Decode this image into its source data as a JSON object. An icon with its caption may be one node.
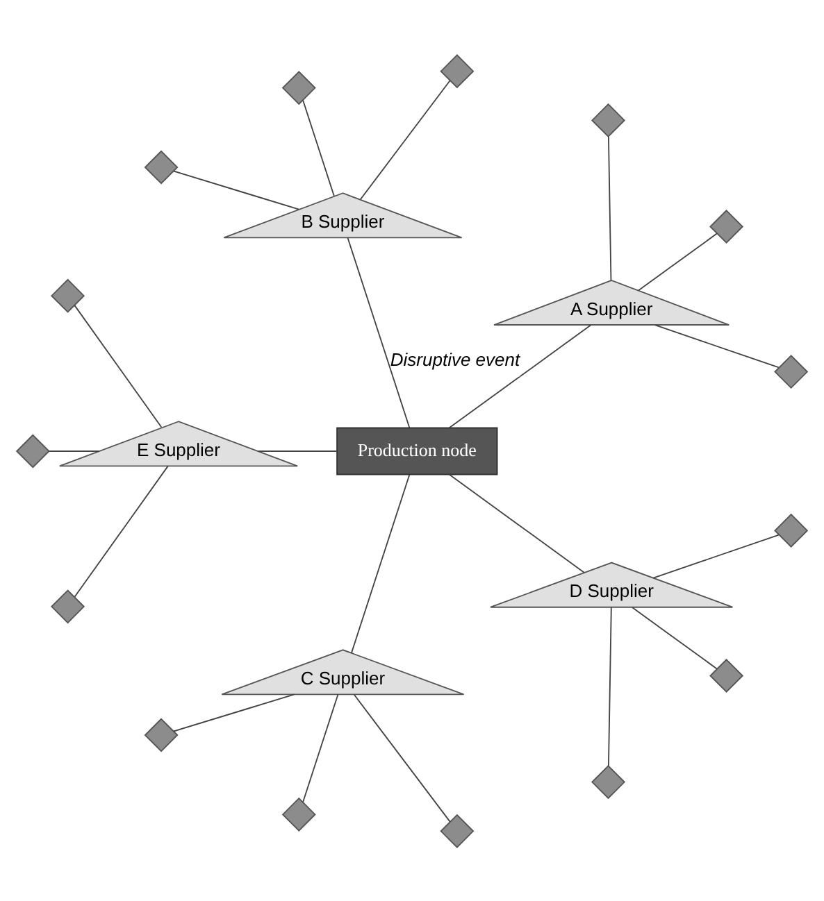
{
  "diagram": {
    "nodes": [
      {
        "text": [],
        "shape": "diamond"
      },
      {
        "text": [],
        "shape": "diamond"
      },
      {
        "text": [],
        "shape": "diamond"
      },
      {
        "text": [],
        "shape": "diamond"
      },
      {
        "text": [],
        "shape": "diamond"
      },
      {
        "text": [],
        "shape": "diamond"
      },
      {
        "text": [
          "A Supplier"
        ]
      },
      {
        "text": [
          "B Supplier"
        ]
      },
      {
        "text": [
          "Production node"
        ]
      },
      {
        "text": [
          "E Supplier"
        ]
      },
      {
        "text": [
          "C Supplier"
        ]
      },
      {
        "text": [
          "D Supplier"
        ]
      },
      {
        "text": [],
        "shape": "diamond"
      },
      {
        "text": [],
        "shape": "diamond"
      },
      {
        "text": [],
        "shape": "diamond"
      },
      {
        "text": [],
        "shape": "diamond"
      },
      {
        "text": [],
        "shape": "diamond"
      },
      {
        "text": [],
        "shape": "diamond"
      },
      {
        "text": [],
        "shape": "diamond"
      },
      {
        "text": [],
        "shape": "diamond"
      },
      {
        "text": [],
        "shape": "diamond"
      }
    ],
    "edges": [
      {
        "from": 6,
        "to": 8,
        "arrow": "none",
        "label": "Disruptive event"
      },
      {
        "from": 7,
        "to": 8,
        "arrow": "none"
      },
      {
        "from": 9,
        "to": 8,
        "arrow": "none"
      },
      {
        "from": 10,
        "to": 8,
        "arrow": "none"
      },
      {
        "from": 11,
        "to": 8,
        "arrow": "none"
      },
      {
        "from": 0,
        "to": 6,
        "arrow": "none"
      },
      {
        "from": 1,
        "to": 6,
        "arrow": "none"
      },
      {
        "from": 2,
        "to": 6,
        "arrow": "none"
      },
      {
        "from": 3,
        "to": 7,
        "arrow": "none"
      },
      {
        "from": 4,
        "to": 7,
        "arrow": "none"
      },
      {
        "from": 5,
        "to": 7,
        "arrow": "none"
      },
      {
        "from": 12,
        "to": 9,
        "arrow": "none"
      },
      {
        "from": 13,
        "to": 9,
        "arrow": "none"
      },
      {
        "from": 14,
        "to": 9,
        "arrow": "none"
      },
      {
        "from": 15,
        "to": 10,
        "arrow": "none"
      },
      {
        "from": 16,
        "to": 10,
        "arrow": "none"
      },
      {
        "from": 17,
        "to": 10,
        "arrow": "none"
      },
      {
        "from": 18,
        "to": 11,
        "arrow": "none"
      },
      {
        "from": 19,
        "to": 11,
        "arrow": "none"
      },
      {
        "from": 20,
        "to": 11,
        "arrow": "none"
      }
    ]
  }
}
